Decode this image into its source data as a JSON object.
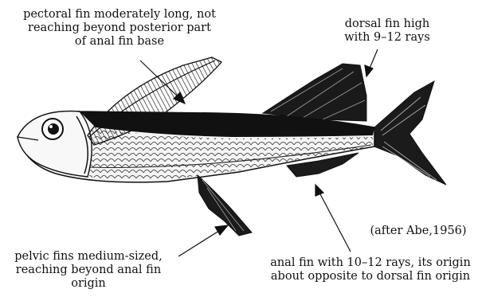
{
  "labels": {
    "pectoral": [
      "pectoral fin moderately long, not",
      "reaching beyond  posterior part",
      "of anal fin base"
    ],
    "dorsal": [
      "dorsal fin high",
      "with 9–12 rays"
    ],
    "credit": "(after Abe,1956)",
    "pelvic": [
      "pelvic fins medium-sized,",
      "reaching beyond anal fin",
      "origin"
    ],
    "anal": [
      "anal fin with 10–12 rays, its origin",
      "about opposite to dorsal fin origin"
    ]
  },
  "colors": {
    "ink": "#111111",
    "background": "#ffffff"
  }
}
